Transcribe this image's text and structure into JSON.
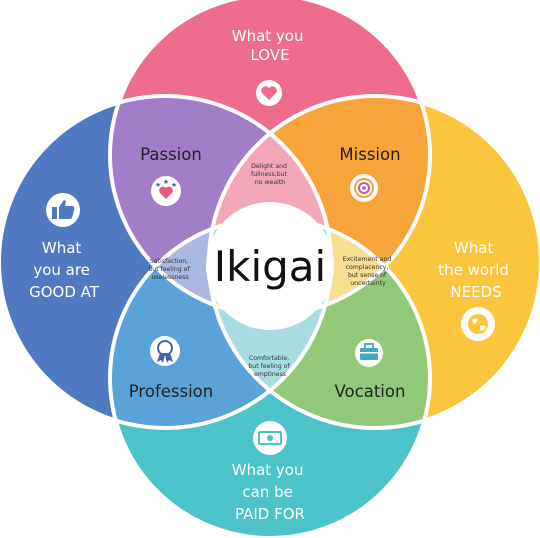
{
  "center": {
    "title": "Ikigai"
  },
  "circles": {
    "love": {
      "lines": [
        "What you",
        "LOVE"
      ],
      "color": "#ee6c8c",
      "icon": "heart-icon"
    },
    "good": {
      "lines": [
        "What",
        "you are",
        "GOOD AT"
      ],
      "color": "#4f7ac2",
      "icon": "thumbs-up-icon"
    },
    "needs": {
      "lines": [
        "What",
        "the world",
        "NEEDS"
      ],
      "color": "#fbc53d",
      "icon": "globe-icon"
    },
    "paid": {
      "lines": [
        "What you",
        "can be",
        "PAID FOR"
      ],
      "color": "#4cc3c9",
      "icon": "money-icon"
    }
  },
  "overlaps": {
    "passion": {
      "label": "Passion",
      "color": "#a17ec8",
      "icon": "stars-heart-icon"
    },
    "mission": {
      "label": "Mission",
      "color": "#f7a43a",
      "icon": "target-icon"
    },
    "profession": {
      "label": "Profession",
      "color": "#5aa3d8",
      "icon": "award-ribbon-icon"
    },
    "vocation": {
      "label": "Vocation",
      "color": "#92c978",
      "icon": "briefcase-icon"
    }
  },
  "notes": {
    "top": [
      "Delight and",
      "fullness,but",
      "no wealth"
    ],
    "left": [
      "Satisfaction,",
      "but feeling of",
      "uselessness"
    ],
    "right": [
      "Excitement and",
      "complacency,",
      "but sense of",
      "uncertainty"
    ],
    "bottom": [
      "Comfortable,",
      "but feeling of",
      "emptiness"
    ]
  },
  "note_colors": {
    "top": "#f4a7b8",
    "left": "#a9b8e0",
    "right": "#f8de8e",
    "bottom": "#a7dde0"
  }
}
